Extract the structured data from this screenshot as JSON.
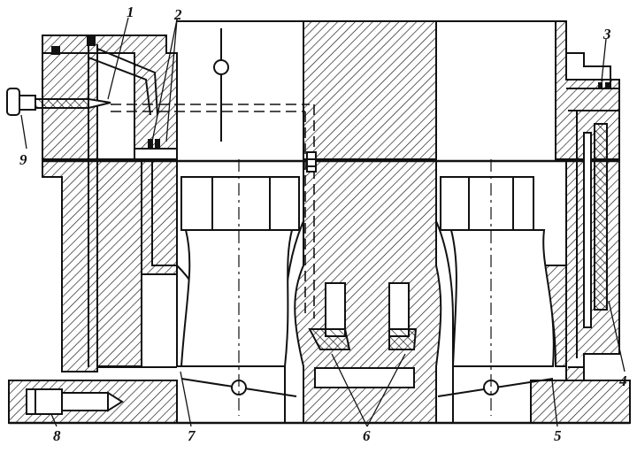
{
  "labels": [
    {
      "id": "1",
      "text": "1"
    },
    {
      "id": "2",
      "text": "2"
    },
    {
      "id": "3",
      "text": "3"
    },
    {
      "id": "4",
      "text": "4"
    },
    {
      "id": "5",
      "text": "5"
    },
    {
      "id": "6",
      "text": "6"
    },
    {
      "id": "7",
      "text": "7"
    },
    {
      "id": "8",
      "text": "8"
    },
    {
      "id": "9",
      "text": "9"
    }
  ],
  "colors": {
    "ink": "#111111",
    "paper": "#ffffff"
  }
}
